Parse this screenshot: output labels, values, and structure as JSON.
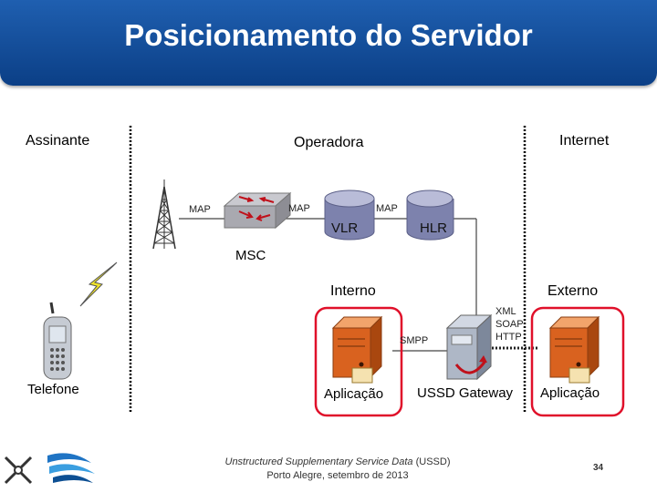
{
  "slide": {
    "title": "Posicionamento do Servidor",
    "page_number": "34"
  },
  "zones": {
    "assinante": "Assinante",
    "operadora": "Operadora",
    "internet": "Internet",
    "interno": "Interno",
    "externo": "Externo"
  },
  "nodes": {
    "vlr": "VLR",
    "hlr": "HLR",
    "msc": "MSC",
    "telefone": "Telefone",
    "aplicacao_interna": "Aplicação",
    "ussd_gateway": "USSD Gateway",
    "aplicacao_externa": "Aplicação"
  },
  "links": {
    "map_antenna_msc": "MAP",
    "map_msc_vlr": "MAP",
    "map_vlr_hlr": "MAP",
    "smpp": "SMPP",
    "internet_protocols": [
      "XML",
      "SOAP",
      "HTTP"
    ]
  },
  "footer": {
    "line1_italic": "Unstructured Supplementary Service Data",
    "line1_rest": " (USSD)",
    "line2": "Porto Alegre, setembro de 2013"
  },
  "colors": {
    "title_bar": "#1650a0",
    "highlight": "#e0102a",
    "database": "#8a8fb8",
    "server": "#d9621f"
  }
}
